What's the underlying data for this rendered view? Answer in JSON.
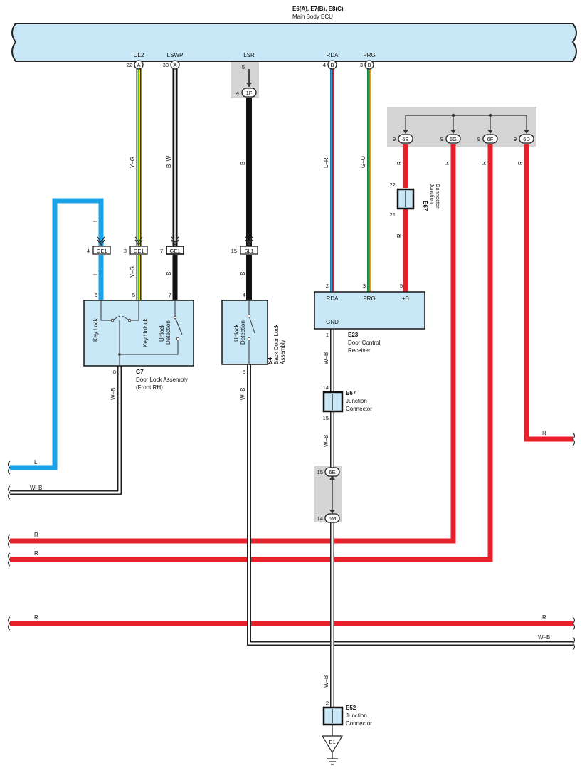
{
  "ecu": {
    "ids": "E6(A), E7(B), E8(C)",
    "name": "Main Body ECU",
    "terminals": [
      {
        "name": "UL2",
        "pin": "22",
        "conn": "A"
      },
      {
        "name": "LSWP",
        "pin": "30",
        "conn": "A"
      },
      {
        "name": "LSR",
        "pin": "5",
        "conn": ""
      },
      {
        "name": "RDA",
        "pin": "4",
        "conn": "B"
      },
      {
        "name": "PRG",
        "pin": "3",
        "conn": "B"
      }
    ]
  },
  "connectors": {
    "c1f": {
      "pin": "4",
      "label": "1F"
    },
    "jc_top": [
      {
        "pin": "9",
        "label": "6E"
      },
      {
        "pin": "9",
        "label": "6G"
      },
      {
        "pin": "9",
        "label": "6F"
      },
      {
        "pin": "9",
        "label": "6D"
      }
    ],
    "ge1": [
      {
        "pin": "4",
        "label": "GE1"
      },
      {
        "pin": "3",
        "label": "GE1"
      },
      {
        "pin": "7",
        "label": "GE1"
      }
    ],
    "sl1": {
      "pin": "15",
      "label": "SL1"
    },
    "c6e_low": {
      "pin": "15",
      "label": "6E"
    },
    "c6m": {
      "pin": "14",
      "label": "6M"
    },
    "e1": {
      "label": "E1"
    }
  },
  "wire_colors": {
    "l": "L",
    "yg": "Y–G",
    "bw": "B–W",
    "b": "B",
    "lr": "L–R",
    "go": "G–O",
    "r": "R",
    "wb": "W–B"
  },
  "g7": {
    "id": "G7",
    "name": "Door Lock Assembly",
    "sub": "(Front RH)",
    "pins": [
      "6",
      "5",
      "7",
      "8"
    ],
    "switches": [
      "Key Lock",
      "Key Unlock",
      "Unlock",
      "Detection"
    ]
  },
  "s4": {
    "id": "S4",
    "name_lines": [
      "Back Door Lock",
      "Assembly"
    ],
    "pins": [
      "4",
      "5"
    ],
    "switch": [
      "Unlock",
      "Detection"
    ]
  },
  "e23": {
    "id": "E23",
    "name_lines": [
      "Door Control",
      "Receiver"
    ],
    "terms": [
      "RDA",
      "PRG",
      "+B",
      "GND"
    ],
    "pins": [
      "2",
      "3",
      "5",
      "1"
    ]
  },
  "e67_top": {
    "id": "E67",
    "name_lines": [
      "Junction",
      "Connector"
    ],
    "pins": [
      "22",
      "21"
    ]
  },
  "e67_mid": {
    "id": "E67",
    "name_lines": [
      "Junction",
      "Connector"
    ],
    "pins": [
      "14",
      "15"
    ]
  },
  "e52": {
    "id": "E52",
    "name_lines": [
      "Junction",
      "Connector"
    ],
    "pins": [
      "2"
    ]
  },
  "colors": {
    "wire_red": "#e8202a",
    "wire_blue": "#1aa3e8",
    "wire_yellow": "#f2e600",
    "wire_green": "#17a34a",
    "ecu_fill": "#c8e8f8",
    "box_fill": "#c8e8f8",
    "shade": "#d4d4d4"
  }
}
